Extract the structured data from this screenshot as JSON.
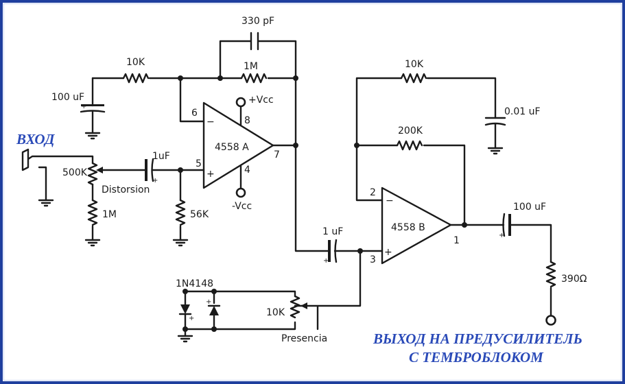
{
  "colors": {
    "border": "#1f3f9e",
    "title": "#2a4ab8",
    "wire": "#1a1a1a"
  },
  "titles": {
    "input": "ВХОД",
    "output_line1": "ВЫХОД НА ПРЕДУСИЛИТЕЛЬ",
    "output_line2": "С ТЕМБРОБЛОКОМ"
  },
  "components": {
    "c_330pf": "330 pF",
    "r_10k_in": "10K",
    "r_1m_fb": "1M",
    "c_100uf_in": "100 uF",
    "vcc_pos": "+Vcc",
    "vcc_neg": "-Vcc",
    "opamp_a": "4558 A",
    "opamp_b": "4558 B",
    "pot_500k": "500K",
    "pot_500k_name": "Distorsion",
    "r_1m_in": "1M",
    "c_1uf_a": "1uF",
    "r_56k": "56K",
    "c_1uf_b": "1 uF",
    "r_10k_b": "10K",
    "c_001uf": "0.01 uF",
    "r_200k": "200K",
    "c_100uf_out": "100 uF",
    "r_390": "390Ω",
    "diodes": "1N4148",
    "pot_10k": "10K",
    "pot_10k_name": "Presencia"
  },
  "pins": {
    "a6": "6",
    "a8": "8",
    "a5": "5",
    "a4": "4",
    "a7": "7",
    "b2": "2",
    "b3": "3",
    "b1": "1"
  },
  "signs": {
    "minus": "−",
    "plus": "+",
    "pol": "+"
  }
}
